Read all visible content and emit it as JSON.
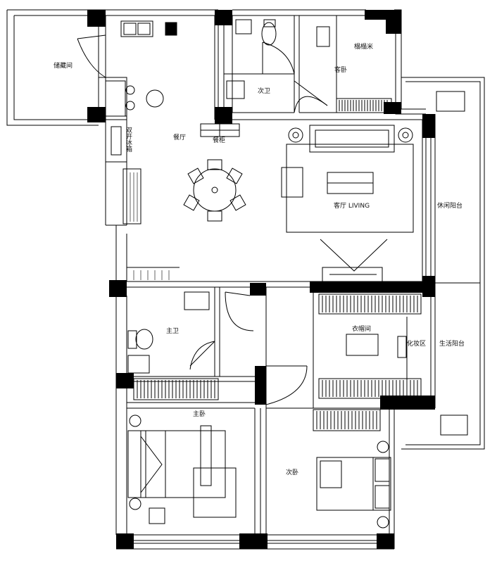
{
  "rooms": {
    "storage": "储藏间",
    "dining": "餐厅",
    "dining_cabinet": "餐柜",
    "second_bath": "次卫",
    "guest_room": "客卧",
    "tatami": "榻榻米",
    "living": "客厅 LIVING",
    "leisure_balcony": "休闲阳台",
    "master_bath": "主卫",
    "cloakroom": "衣帽间",
    "vanity": "化妆区",
    "service_balcony": "生活阳台",
    "master_bedroom": "主卧",
    "second_bedroom": "次卧",
    "fridge": "双开冰箱"
  }
}
